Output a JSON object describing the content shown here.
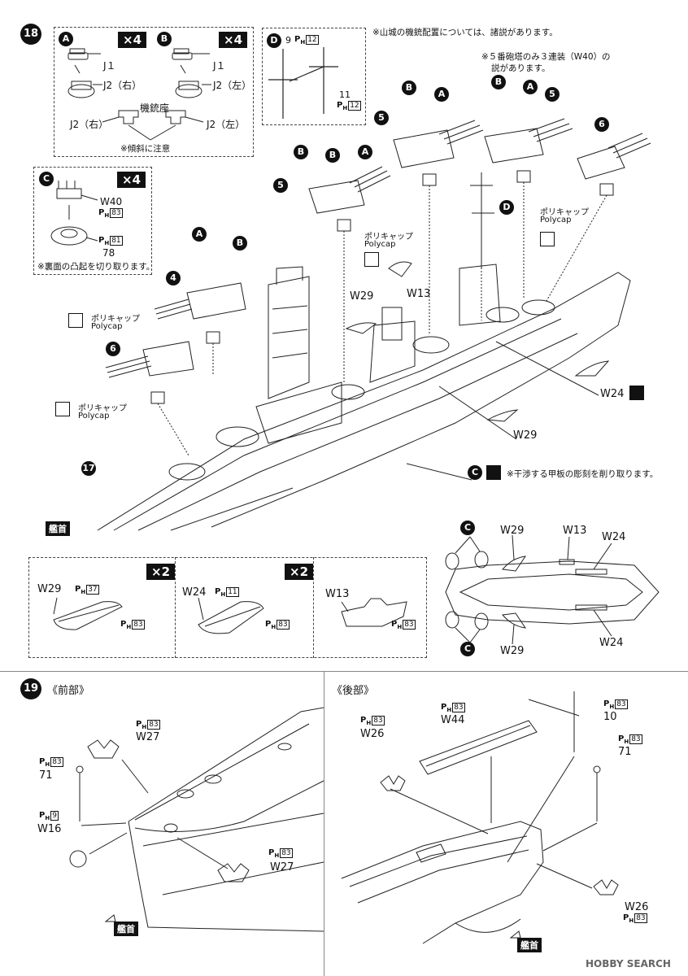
{
  "steps": {
    "s18": "18",
    "s19": "19",
    "s17": "17"
  },
  "notes": {
    "yamashiro": "※山城の機銃配置については、諸説があります。",
    "turret5_line1": "※５番砲塔のみ３連装（W40）の",
    "turret5_line2": "説があります。",
    "angle": "※傾斜に注意",
    "cutback": "※裏面の凸起を切り取ります。",
    "deckcut": "※干渉する甲板の彫刻を削り取ります。"
  },
  "subA": {
    "letter": "A",
    "qty": "×4",
    "j1": "J１",
    "j2": "J2（右）"
  },
  "subB": {
    "letter": "B",
    "qty": "×4",
    "j1": "J１",
    "j2": "J2（左）"
  },
  "base": {
    "label": "機銃座",
    "left": "J2（右）",
    "right": "J2（左）"
  },
  "subD": {
    "letter": "D",
    "p9": "9",
    "p11": "11",
    "ph": "P",
    "ph_sub": "H",
    "ph_num": "12"
  },
  "subC": {
    "letter": "C",
    "qty": "×4",
    "w40": "W40",
    "ph83": "83",
    "ph81": "81",
    "p78": "78"
  },
  "turretNums": {
    "t4": "4",
    "t5": "5",
    "t6": "6"
  },
  "polycap": {
    "jp": "ポリキャップ",
    "en": "Polycap"
  },
  "boats": {
    "w13": "W13",
    "w29": "W29",
    "w24": "W24"
  },
  "boatBox": {
    "qty": "×2",
    "w29": "W29",
    "w29_ph": "37",
    "w29_ph2": "83",
    "w24": "W24",
    "w24_ph": "11",
    "w24_ph2": "83",
    "w13": "W13",
    "w13_ph2": "83"
  },
  "plan": {
    "c": "C",
    "w29a": "W29",
    "w13": "W13",
    "w24a": "W24",
    "w29b": "W29",
    "w24b": "W24"
  },
  "bow": "艦首",
  "front": {
    "title": "《前部》",
    "w27a": "W27",
    "w27a_ph": "83",
    "p71": "71",
    "p71_ph": "83",
    "w16": "W16",
    "w16_ph": "9",
    "w27b": "W27",
    "w27b_ph": "83"
  },
  "rear": {
    "title": "《後部》",
    "w44": "W44",
    "w44_ph": "83",
    "w26a": "W26",
    "w26a_ph": "83",
    "p10": "10",
    "p10_ph": "83",
    "p71": "71",
    "p71_ph": "83",
    "w26b": "W26",
    "w26b_ph": "83"
  },
  "watermark": "HOBBY SEARCH"
}
